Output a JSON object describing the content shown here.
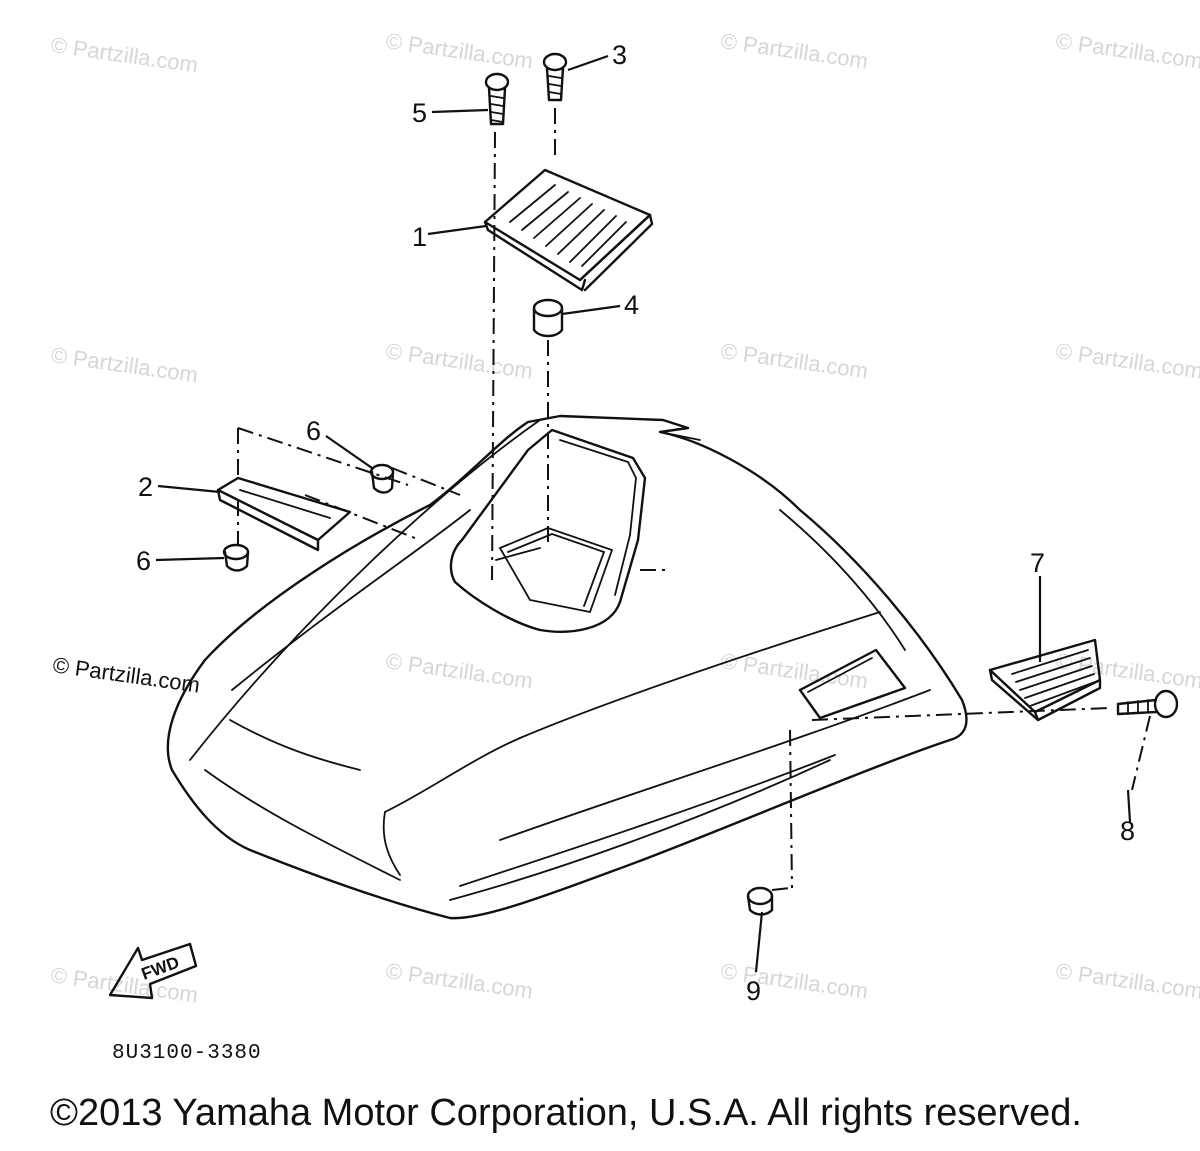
{
  "watermark": "© Partzilla.com",
  "callouts": [
    "1",
    "2",
    "3",
    "4",
    "5",
    "6",
    "6",
    "7",
    "8",
    "9"
  ],
  "fwd_label": "FWD",
  "drawing_code": "8U3100-3380",
  "footer": "©2013 Yamaha Motor Corporation, U.S.A. All rights reserved.",
  "colors": {
    "line": "#111111",
    "watermark": "#d6d6d6",
    "background": "#ffffff"
  }
}
